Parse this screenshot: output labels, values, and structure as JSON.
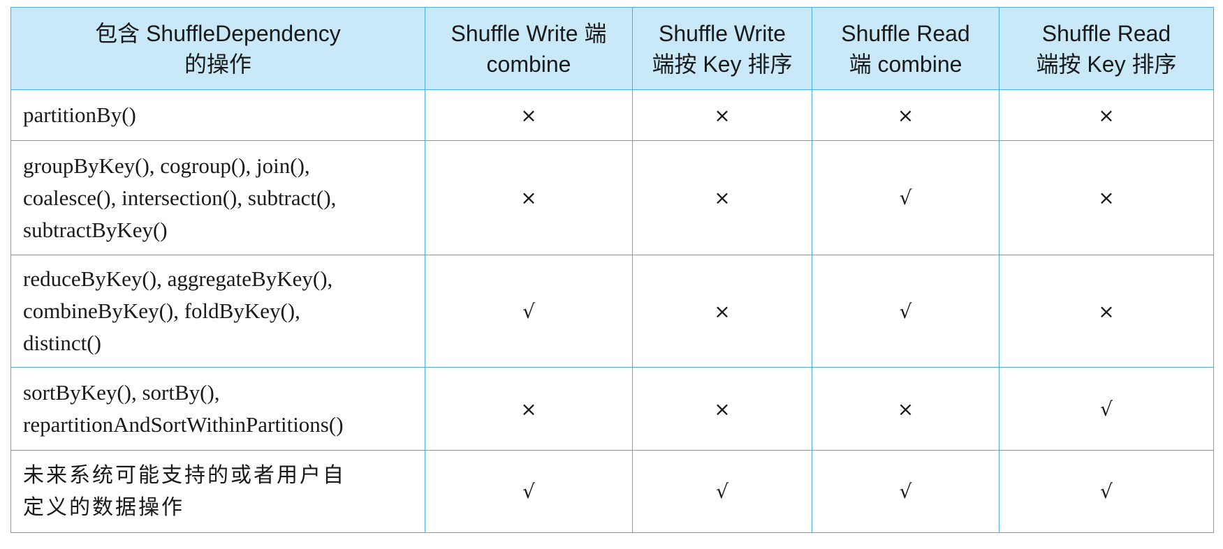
{
  "table": {
    "headers": [
      [
        "包含 ShuffleDependency",
        "的操作"
      ],
      [
        "Shuffle Write 端",
        "combine"
      ],
      [
        "Shuffle Write",
        "端按 Key 排序"
      ],
      [
        "Shuffle Read",
        "端 combine"
      ],
      [
        "Shuffle Read",
        "端按 Key 排序"
      ]
    ],
    "rows": [
      {
        "operation": [
          "partitionBy()"
        ],
        "marks": [
          "×",
          "×",
          "×",
          "×"
        ]
      },
      {
        "operation": [
          "groupByKey(), cogroup(), join(),",
          "coalesce(), intersection(), subtract(),",
          "subtractByKey()"
        ],
        "marks": [
          "×",
          "×",
          "√",
          "×"
        ]
      },
      {
        "operation": [
          "reduceByKey(), aggregateByKey(),",
          "combineByKey(), foldByKey(),",
          "distinct()"
        ],
        "marks": [
          "√",
          "×",
          "√",
          "×"
        ]
      },
      {
        "operation": [
          "sortByKey(), sortBy(),",
          "repartitionAndSortWithinPartitions()"
        ],
        "marks": [
          "×",
          "×",
          "×",
          "√"
        ]
      },
      {
        "operation": [
          "未来系统可能支持的或者用户自",
          "定义的数据操作"
        ],
        "marks": [
          "√",
          "√",
          "√",
          "√"
        ]
      }
    ]
  },
  "colors": {
    "header_bg": "#c9e9f8",
    "border": "#4aaee0",
    "text": "#1a1a1a"
  }
}
